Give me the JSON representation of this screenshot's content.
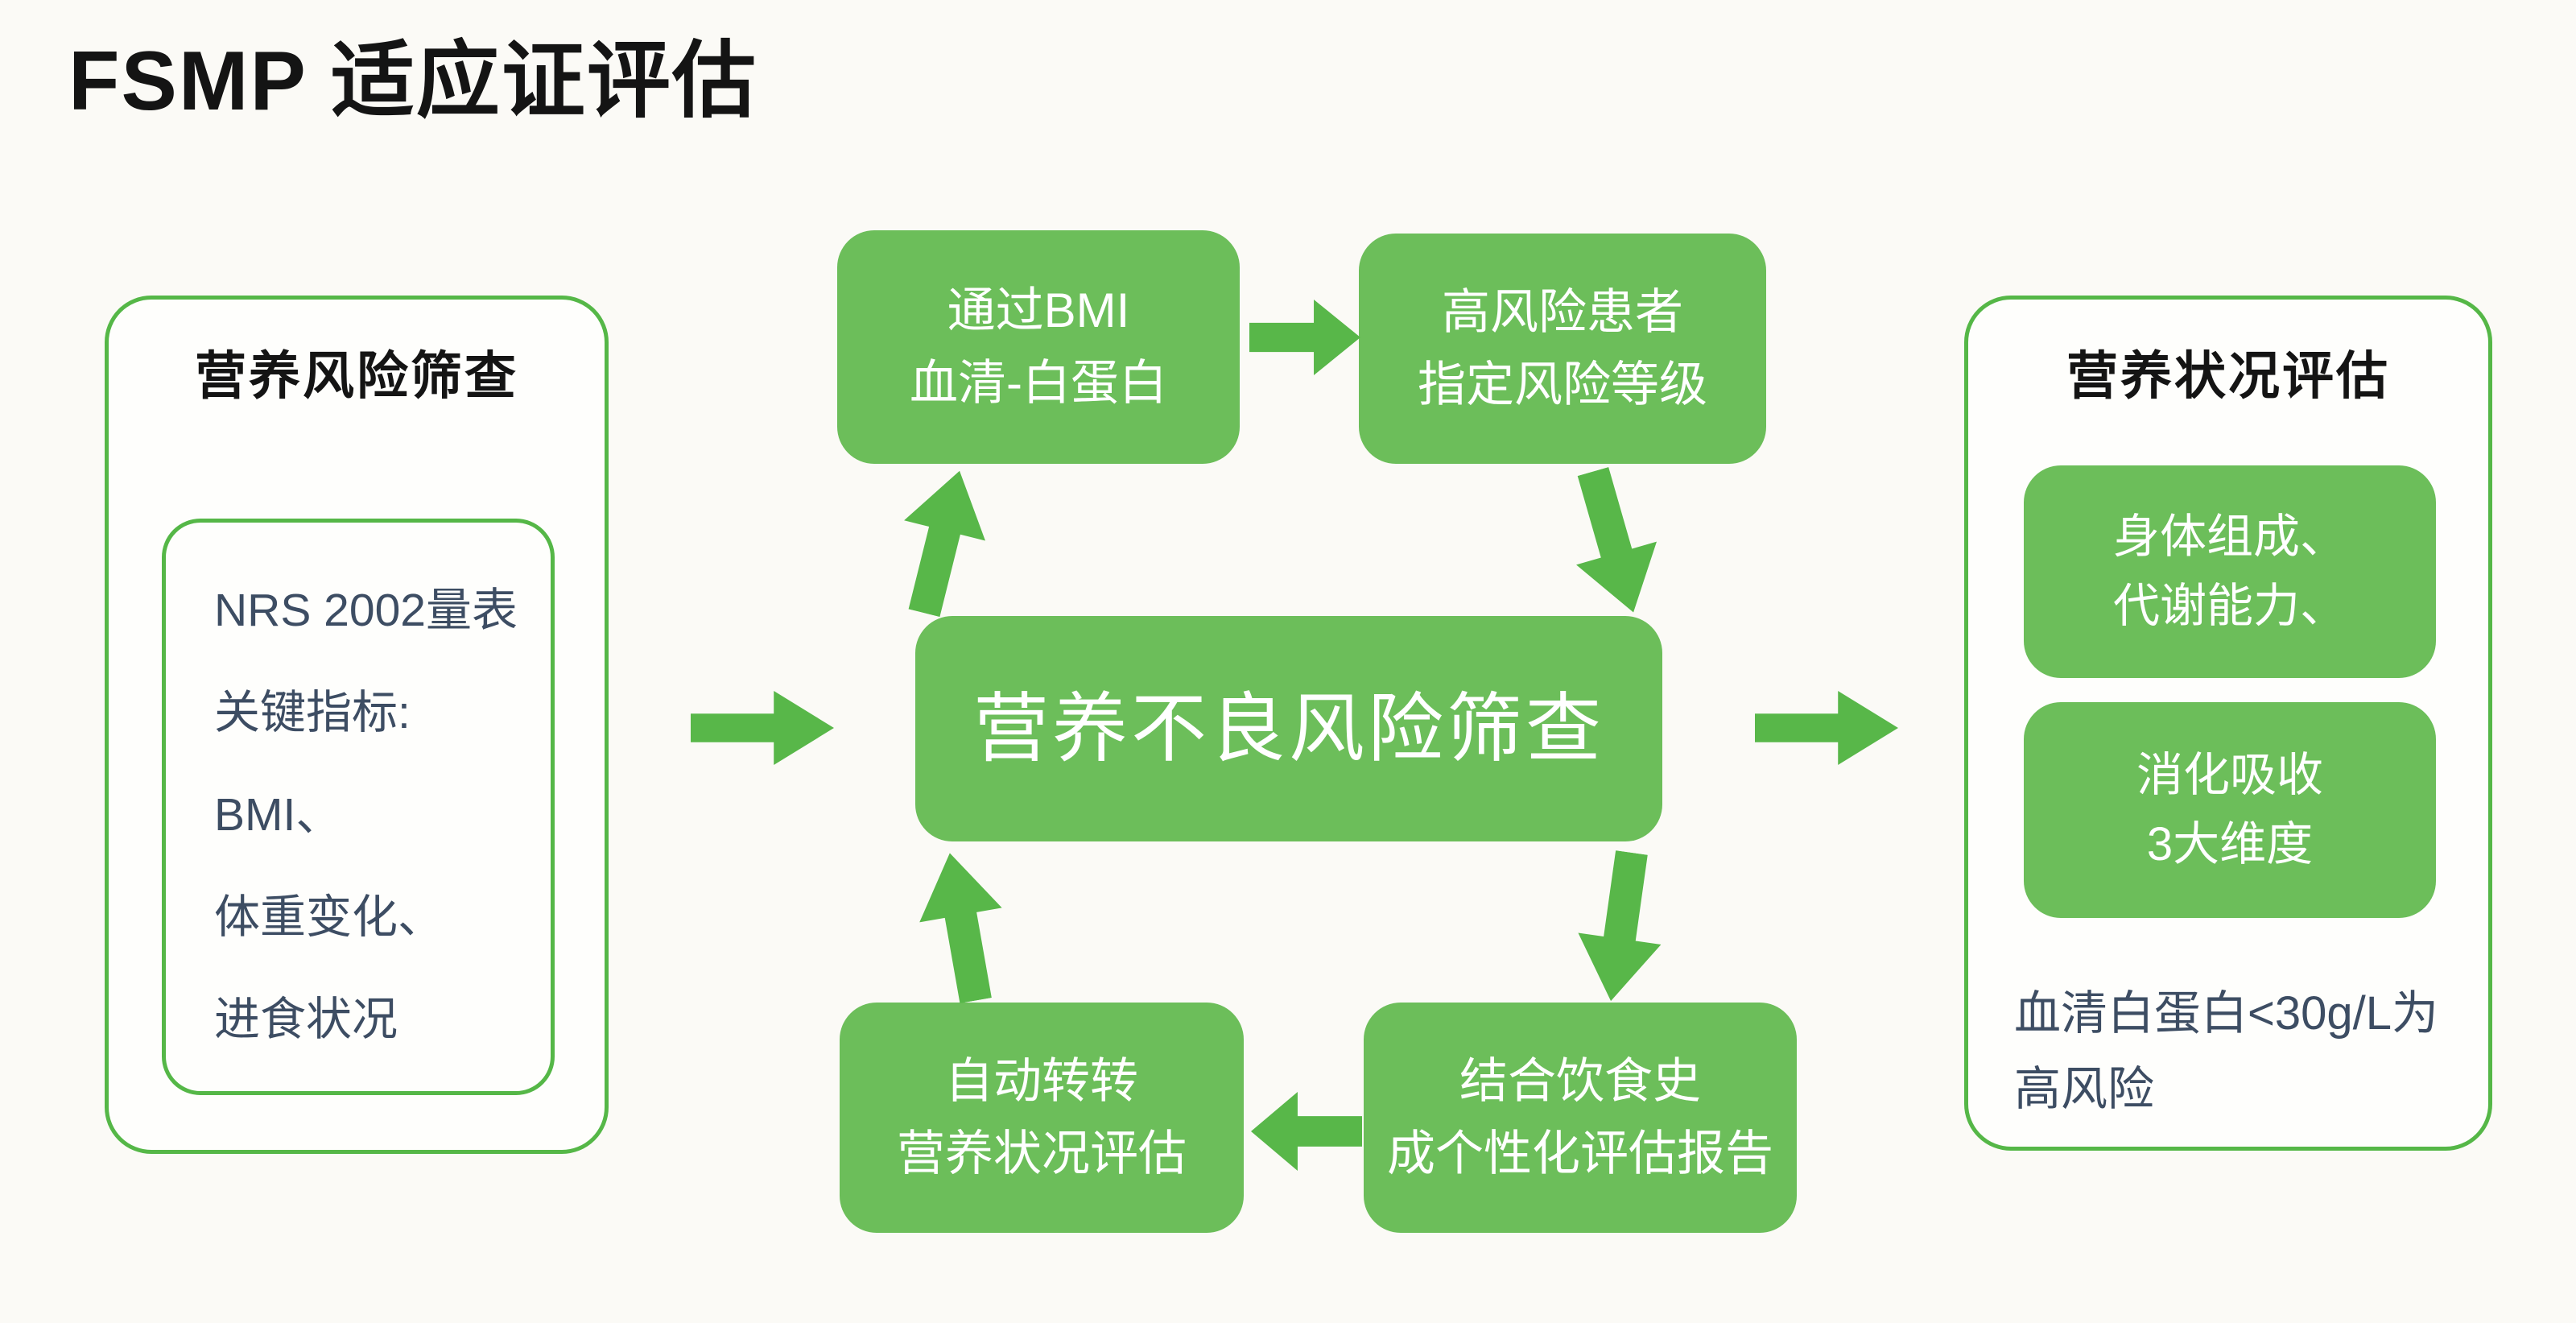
{
  "page": {
    "title": "FSMP 适应证评估"
  },
  "colors": {
    "box_green": "#6cbe5a",
    "arrow_green": "#58b749",
    "border_green": "#55b747",
    "dark_text": "#3d4d63",
    "title_black": "#141414",
    "page_bg": "#fbfaf6",
    "panel_bg": "#fefefc"
  },
  "left_panel": {
    "title": "营养风险筛查",
    "nrs_box_lines": [
      "NRS 2002量表",
      "关键指标:",
      "BMI、",
      "体重变化、",
      "进食状况"
    ]
  },
  "flow": {
    "top_left": {
      "lines": [
        "通过BMI",
        "血清-白蛋白"
      ]
    },
    "top_right": {
      "lines": [
        "高风险患者",
        "指定风险等级"
      ]
    },
    "center": {
      "label": "营养不良风险筛查"
    },
    "bottom_left": {
      "lines": [
        "自动转转",
        "营养状况评估"
      ]
    },
    "bottom_right": {
      "lines": [
        "结合饮食史",
        "成个性化评估报告"
      ]
    }
  },
  "right_panel": {
    "title": "营养状况评估",
    "box1_lines": [
      "身体组成、",
      "代谢能力、"
    ],
    "box2_lines": [
      "消化吸收",
      "3大维度"
    ],
    "note_lines": [
      "血清白蛋白<30g/L为",
      "高风险"
    ]
  }
}
